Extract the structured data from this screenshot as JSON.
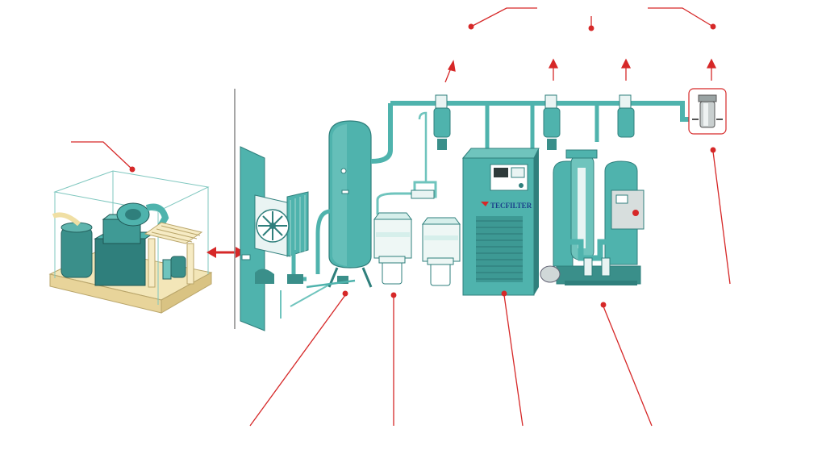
{
  "diagram": {
    "components": [
      {
        "name": "compressor-skid"
      },
      {
        "name": "air-cooler"
      },
      {
        "name": "air-receiver-tank"
      },
      {
        "name": "oil-water-separators"
      },
      {
        "name": "refrigerated-dryer"
      },
      {
        "name": "desiccant-dryer"
      },
      {
        "name": "line-filters"
      },
      {
        "name": "point-of-use-filter"
      }
    ],
    "dryer_brand": "TECFILTER",
    "colors": {
      "equipment_teal": "#4fb3ad",
      "equipment_dark": "#2f7f7c",
      "skid_frame": "#f3e6b8",
      "callout_red": "#d62828",
      "label_text": "#333333"
    },
    "callout_labels": []
  }
}
